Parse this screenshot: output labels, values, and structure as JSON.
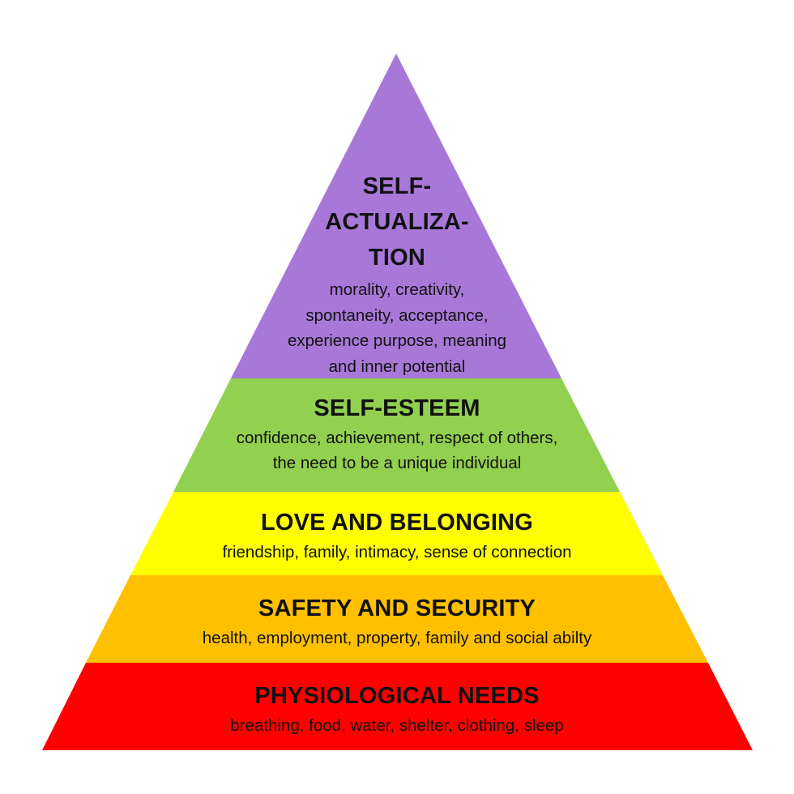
{
  "levels": [
    {
      "key": "self_actualization",
      "title_lines": [
        "SELF-",
        "ACTUALIZA-",
        "TION"
      ],
      "desc_lines": [
        "morality, creativity,",
        "spontaneity, acceptance,",
        "experience purpose, meaning",
        "and inner potential"
      ],
      "color": "#a878d8"
    },
    {
      "key": "self_esteem",
      "title_lines": [
        "SELF-ESTEEM"
      ],
      "desc_lines": [
        "confidence, achievement, respect of others,",
        "the need to be a unique individual"
      ],
      "color": "#92d050"
    },
    {
      "key": "love_belonging",
      "title_lines": [
        "LOVE AND BELONGING"
      ],
      "desc_lines": [
        "friendship, family, intimacy, sense of connection"
      ],
      "color": "#ffff00"
    },
    {
      "key": "safety_security",
      "title_lines": [
        "SAFETY AND SECURITY"
      ],
      "desc_lines": [
        "health, employment, property, family and social abilty"
      ],
      "color": "#ffc000"
    },
    {
      "key": "physiological",
      "title_lines": [
        "PHYSIOLOGICAL NEEDS"
      ],
      "desc_lines": [
        "breathing, food, water, shelter, clothing, sleep"
      ],
      "color": "#ff0000"
    }
  ]
}
